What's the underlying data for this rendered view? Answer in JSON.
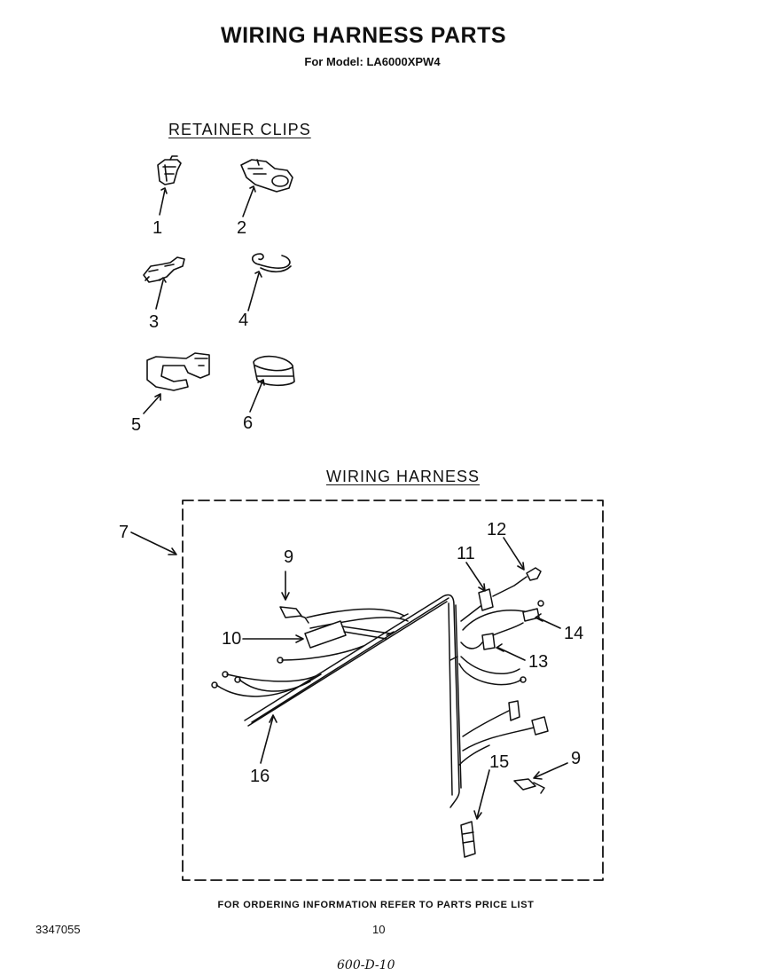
{
  "header": {
    "title": "WIRING HARNESS PARTS",
    "model": "For Model: LA6000XPW4"
  },
  "retainer_clips": {
    "heading": "RETAINER CLIPS",
    "callouts": [
      "1",
      "2",
      "3",
      "4",
      "5",
      "6"
    ]
  },
  "wiring_harness": {
    "heading": "WIRING HARNESS",
    "callouts": [
      "7",
      "9",
      "10",
      "11",
      "12",
      "13",
      "14",
      "9",
      "15",
      "16"
    ]
  },
  "footer": {
    "note": "FOR ORDERING INFORMATION REFER TO PARTS PRICE LIST",
    "doc_number": "3347055",
    "page_number": "10",
    "handwritten": "600-D-10"
  }
}
